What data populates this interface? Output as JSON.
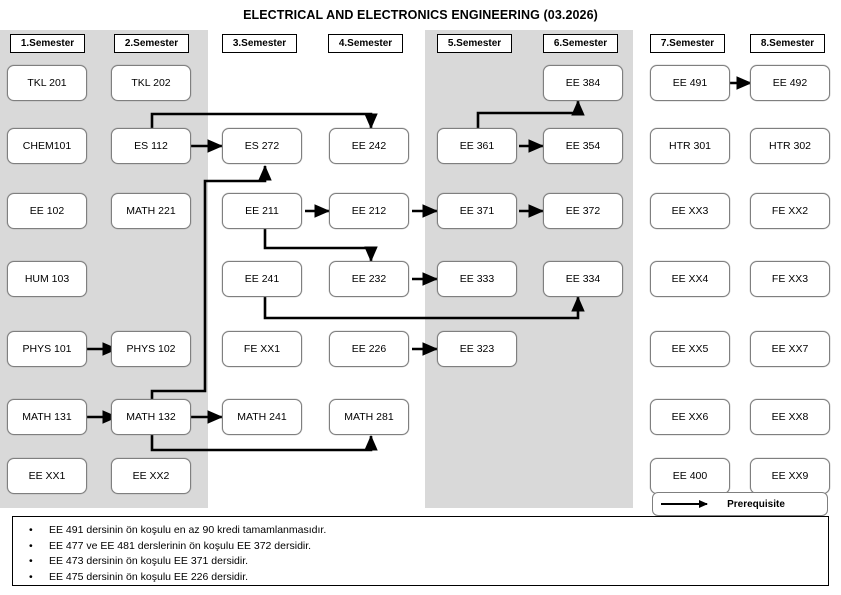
{
  "title": "ELECTRICAL AND ELECTRONICS ENGINEERING (03.2026)",
  "colors": {
    "band": "#d9d9d9",
    "page": "#ffffff",
    "box_border": "#7f7f7f",
    "line": "#000000"
  },
  "semesters": [
    {
      "label": "1.Semester"
    },
    {
      "label": "2.Semester"
    },
    {
      "label": "3.Semester"
    },
    {
      "label": "4.Semester"
    },
    {
      "label": "5.Semester"
    },
    {
      "label": "6.Semester"
    },
    {
      "label": "7.Semester"
    },
    {
      "label": "8.Semester"
    }
  ],
  "courses": [
    {
      "code": "TKL 201",
      "col": 0,
      "row": 0
    },
    {
      "code": "CHEM101",
      "col": 0,
      "row": 1
    },
    {
      "code": "EE 102",
      "col": 0,
      "row": 2
    },
    {
      "code": "HUM 103",
      "col": 0,
      "row": 3
    },
    {
      "code": "PHYS 101",
      "col": 0,
      "row": 4
    },
    {
      "code": "MATH 131",
      "col": 0,
      "row": 5
    },
    {
      "code": "EE XX1",
      "col": 0,
      "row": 6
    },
    {
      "code": "TKL 202",
      "col": 1,
      "row": 0
    },
    {
      "code": "ES 112",
      "col": 1,
      "row": 1
    },
    {
      "code": "MATH 221",
      "col": 1,
      "row": 2
    },
    {
      "code": "PHYS 102",
      "col": 1,
      "row": 4
    },
    {
      "code": "MATH 132",
      "col": 1,
      "row": 5
    },
    {
      "code": "EE XX2",
      "col": 1,
      "row": 6
    },
    {
      "code": "ES 272",
      "col": 2,
      "row": 1
    },
    {
      "code": "EE 211",
      "col": 2,
      "row": 2
    },
    {
      "code": "EE 241",
      "col": 2,
      "row": 3
    },
    {
      "code": "FE XX1",
      "col": 2,
      "row": 4
    },
    {
      "code": "MATH 241",
      "col": 2,
      "row": 5
    },
    {
      "code": "EE 242",
      "col": 3,
      "row": 1
    },
    {
      "code": "EE 212",
      "col": 3,
      "row": 2
    },
    {
      "code": "EE 232",
      "col": 3,
      "row": 3
    },
    {
      "code": "EE 226",
      "col": 3,
      "row": 4
    },
    {
      "code": "MATH 281",
      "col": 3,
      "row": 5
    },
    {
      "code": "EE 361",
      "col": 4,
      "row": 1
    },
    {
      "code": "EE 371",
      "col": 4,
      "row": 2
    },
    {
      "code": "EE 333",
      "col": 4,
      "row": 3
    },
    {
      "code": "EE 323",
      "col": 4,
      "row": 4
    },
    {
      "code": "EE 384",
      "col": 5,
      "row": 0
    },
    {
      "code": "EE 354",
      "col": 5,
      "row": 1
    },
    {
      "code": "EE 372",
      "col": 5,
      "row": 2
    },
    {
      "code": "EE 334",
      "col": 5,
      "row": 3
    },
    {
      "code": "EE 491",
      "col": 6,
      "row": 0
    },
    {
      "code": "HTR 301",
      "col": 6,
      "row": 1
    },
    {
      "code": "EE XX3",
      "col": 6,
      "row": 2
    },
    {
      "code": "EE XX4",
      "col": 6,
      "row": 3
    },
    {
      "code": "EE XX5",
      "col": 6,
      "row": 4
    },
    {
      "code": "EE XX6",
      "col": 6,
      "row": 5
    },
    {
      "code": "EE 400",
      "col": 6,
      "row": 6
    },
    {
      "code": "EE 492",
      "col": 7,
      "row": 0
    },
    {
      "code": "HTR 302",
      "col": 7,
      "row": 1
    },
    {
      "code": "FE XX2",
      "col": 7,
      "row": 2
    },
    {
      "code": "FE XX3",
      "col": 7,
      "row": 3
    },
    {
      "code": "EE XX7",
      "col": 7,
      "row": 4
    },
    {
      "code": "EE XX8",
      "col": 7,
      "row": 5
    },
    {
      "code": "EE XX9",
      "col": 7,
      "row": 6
    }
  ],
  "prerequisite_edges": [
    {
      "from": "PHYS 101",
      "to": "PHYS 102"
    },
    {
      "from": "MATH 131",
      "to": "MATH 132"
    },
    {
      "from": "ES 112",
      "to": "ES 272"
    },
    {
      "from": "ES 112",
      "to": "EE 242"
    },
    {
      "from": "MATH 132",
      "to": "ES 272"
    },
    {
      "from": "MATH 132",
      "to": "MATH 241"
    },
    {
      "from": "MATH 132",
      "to": "MATH 281"
    },
    {
      "from": "EE 211",
      "to": "EE 212"
    },
    {
      "from": "EE 211",
      "to": "EE 232"
    },
    {
      "from": "EE 241",
      "to": "EE 334"
    },
    {
      "from": "EE 212",
      "to": "EE 371"
    },
    {
      "from": "EE 232",
      "to": "EE 333"
    },
    {
      "from": "EE 226",
      "to": "EE 323"
    },
    {
      "from": "EE 371",
      "to": "EE 372"
    },
    {
      "from": "EE 361",
      "to": "EE 354"
    },
    {
      "from": "EE 361",
      "to": "EE 384"
    },
    {
      "from": "EE 491",
      "to": "EE 492"
    }
  ],
  "legend": {
    "label": "Prerequisite"
  },
  "notes": {
    "bullet": "•",
    "items": [
      "EE 491 dersinin ön koşulu en az 90 kredi tamamlanmasıdır.",
      "EE 477 ve EE 481 derslerinin ön koşulu EE 372 dersidir.",
      "EE 473 dersinin ön koşulu EE 371 dersidir.",
      "EE 475 dersinin ön koşulu EE 226 dersidir."
    ]
  }
}
